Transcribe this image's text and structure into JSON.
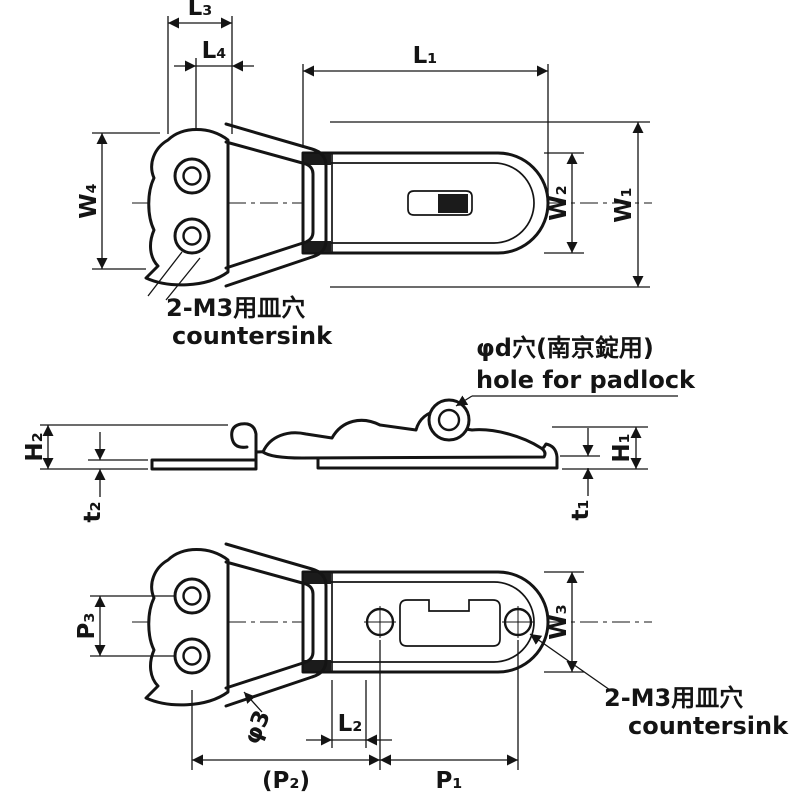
{
  "drawing": {
    "background": "#ffffff",
    "ink": "#141414",
    "top_view": {
      "dim_l3": "L₃",
      "dim_l4": "L₄",
      "dim_l1": "L₁",
      "dim_w4": "W₄",
      "dim_w2": "W₂",
      "dim_w1": "W₁",
      "callout_jp": "2-M3用皿穴",
      "callout_en": "countersink"
    },
    "side_view": {
      "dim_h2": "H₂",
      "dim_h1": "H₁",
      "dim_t2": "t₂",
      "dim_t1": "t₁",
      "callout_jp": "φd穴(南京錠用)",
      "callout_en": "hole for padlock"
    },
    "bottom_view": {
      "dim_p3": "P₃",
      "dim_w3": "W₃",
      "dim_phi3": "φ3",
      "dim_l2": "L₂",
      "dim_p2": "(P₂)",
      "dim_p1": "P₁",
      "callout_jp": "2-M3用皿穴",
      "callout_en": "countersink"
    }
  }
}
